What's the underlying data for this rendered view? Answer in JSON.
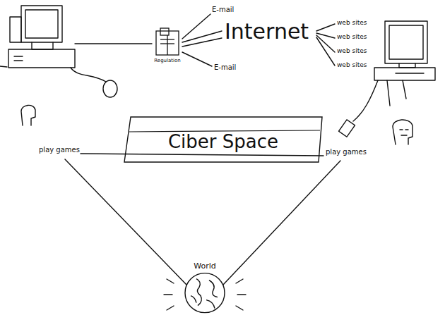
{
  "diagram": {
    "nodes": [
      {
        "text": [
          "Regulation"
        ]
      },
      {
        "text": [
          "Ciber Space"
        ]
      },
      {
        "text": [
          "World"
        ]
      }
    ],
    "labels": [
      "E-mail",
      "Internet",
      "E-mail",
      "web sites",
      "web sites",
      "web sites",
      "web sites",
      "play games",
      "play games"
    ]
  }
}
